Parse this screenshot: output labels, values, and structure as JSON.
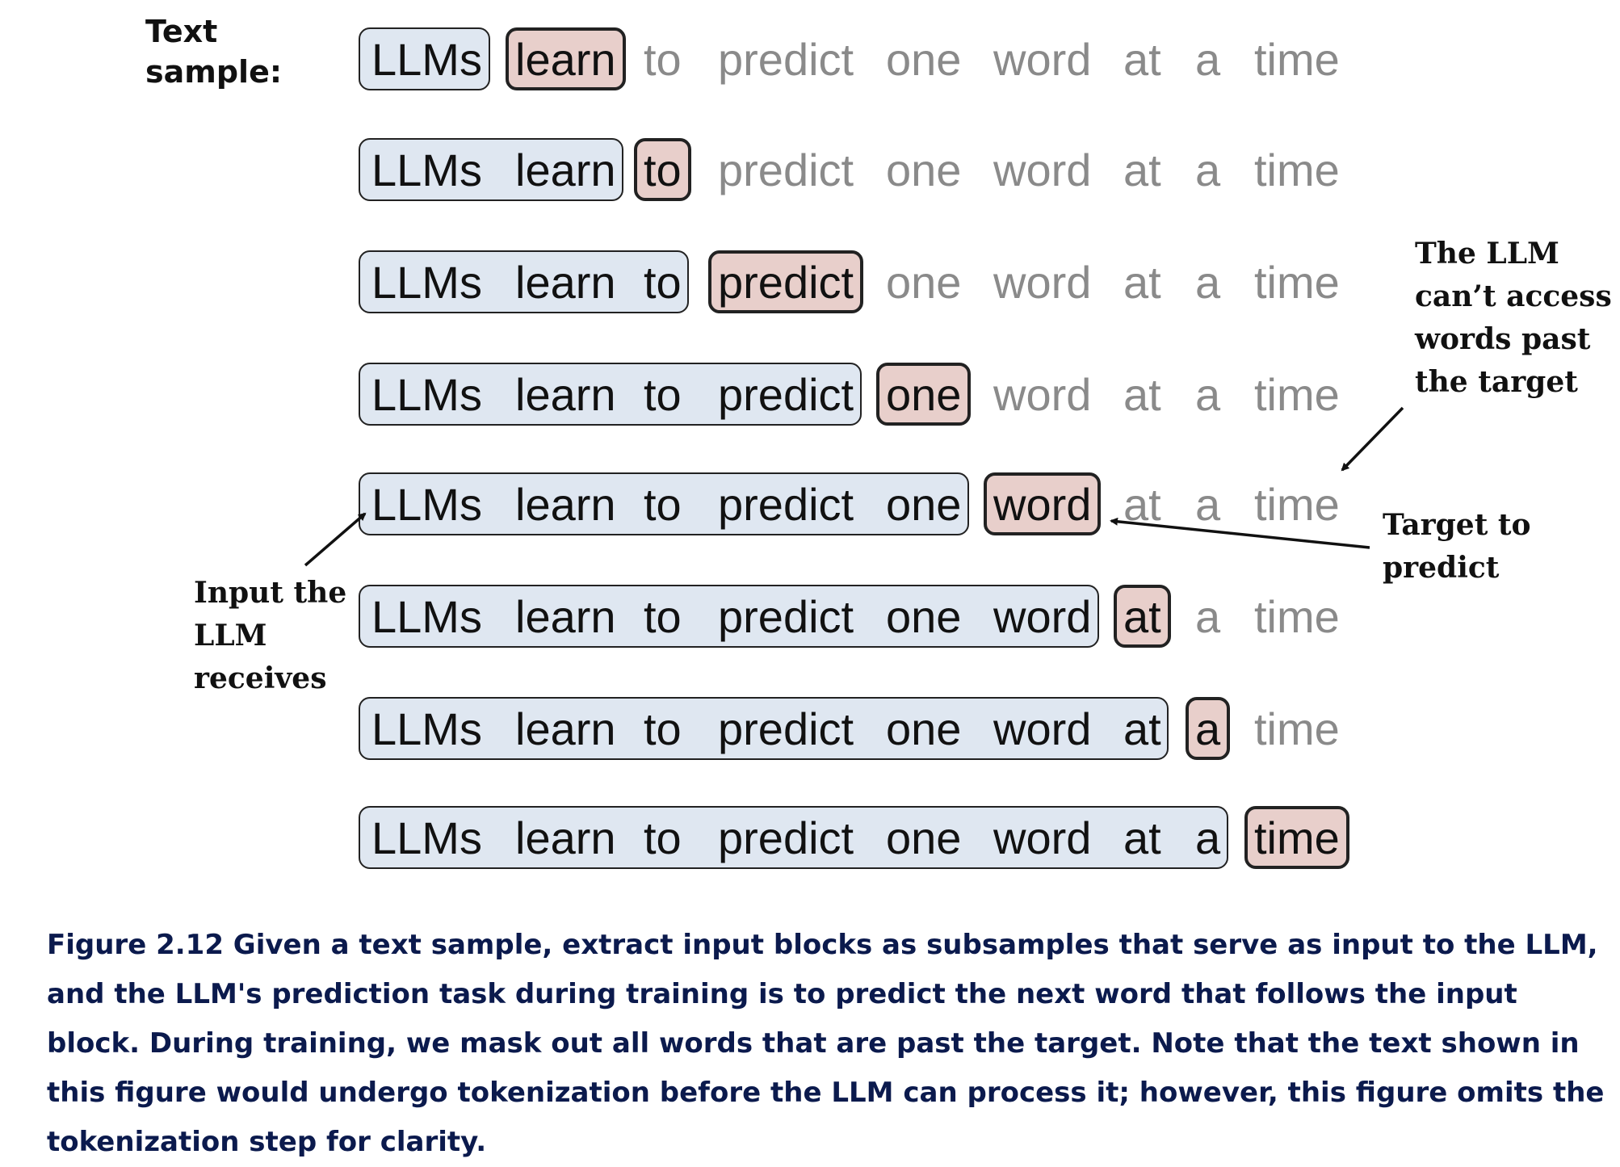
{
  "labels": {
    "text_sample": [
      "Text",
      "sample:"
    ],
    "input_note": [
      "Input the",
      "LLM",
      "receives"
    ],
    "mask_note": [
      "The LLM",
      "can’t access",
      "words past",
      "the target"
    ],
    "target_note": [
      "Target to",
      "predict"
    ]
  },
  "words": [
    "LLMs",
    "learn",
    "to",
    "predict",
    "one",
    "word",
    "at",
    "a",
    "time"
  ],
  "rows": [
    {
      "input_count": 1,
      "target_index": 1
    },
    {
      "input_count": 2,
      "target_index": 2
    },
    {
      "input_count": 3,
      "target_index": 3
    },
    {
      "input_count": 4,
      "target_index": 4
    },
    {
      "input_count": 5,
      "target_index": 5
    },
    {
      "input_count": 6,
      "target_index": 6
    },
    {
      "input_count": 7,
      "target_index": 7
    },
    {
      "input_count": 8,
      "target_index": 8
    }
  ],
  "colors": {
    "input_fill": "#dfe7f1",
    "target_fill": "#e8cfcb",
    "masked_text": "#8a8a8a",
    "caption_text": "#0b1a4d"
  },
  "caption": "Figure 2.12 Given a text sample, extract input blocks as subsamples that serve as input to the LLM, and the LLM's prediction task during training is to predict the next word that follows the input block. During training, we mask out all words that are past the target. Note that the text shown in this figure would undergo tokenization before the LLM can process it; however, this figure omits the tokenization step for clarity."
}
